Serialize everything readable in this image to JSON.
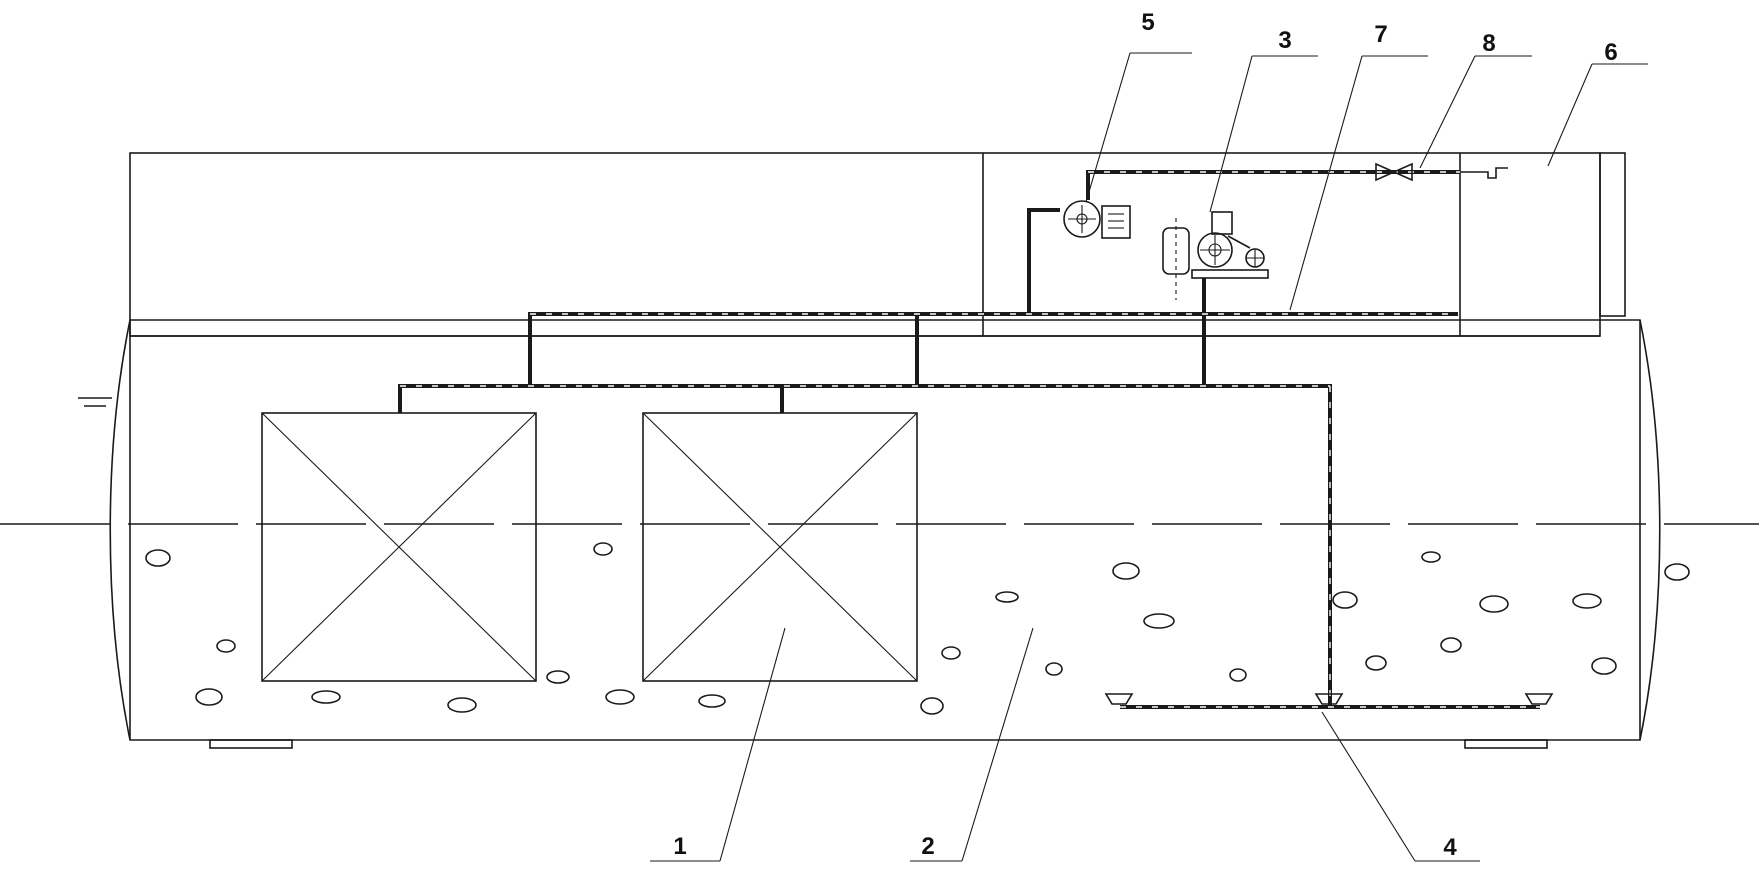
{
  "labels": {
    "l1": "1",
    "l2": "2",
    "l3": "3",
    "l4": "4",
    "l5": "5",
    "l6": "6",
    "l7": "7",
    "l8": "8"
  },
  "colors": {
    "stroke": "#1a1a1a",
    "background": "#ffffff"
  }
}
